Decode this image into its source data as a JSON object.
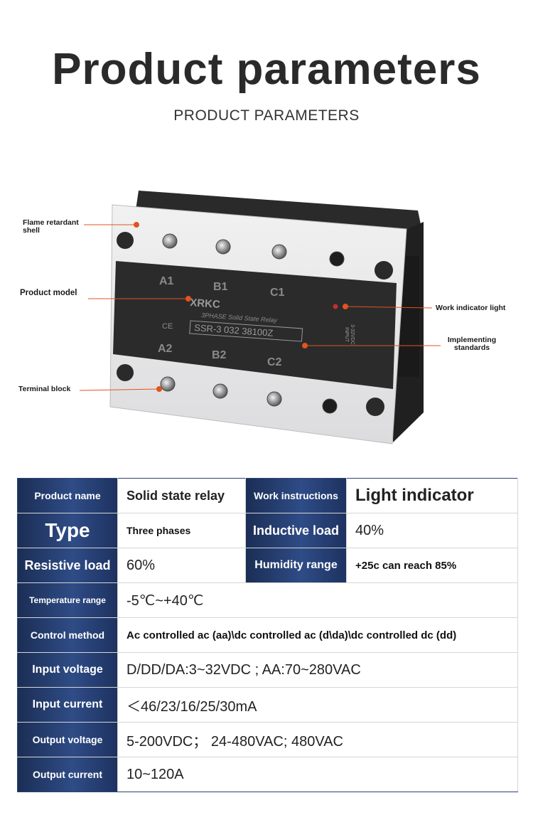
{
  "header": {
    "title": "Product parameters",
    "subtitle": "PRODUCT PARAMETERS"
  },
  "callouts": {
    "shell": "Flame retardant shell",
    "model": "Product model",
    "terminal": "Terminal block",
    "indicator": "Work indicator light",
    "standards": "Implementing standards"
  },
  "device": {
    "brand": "XRKC",
    "subtitle": "3PHASE  Solid  State  Relay",
    "model": "SSR-3 032 38100Z",
    "ce": "CE",
    "terminals_top": [
      "A1",
      "B1",
      "C1"
    ],
    "terminals_bottom": [
      "A2",
      "B2",
      "C2"
    ],
    "input_label": "INPUT",
    "input_range": "3-32VDC",
    "body_color": "#2b2b2b",
    "shell_color": "#e9e9ea"
  },
  "params": {
    "product_name_label": "Product name",
    "product_name_value": "Solid state relay",
    "work_instructions_label": "Work instructions",
    "work_instructions_value": "Light indicator",
    "type_label": "Type",
    "type_value": "Three phases",
    "inductive_load_label": "Inductive load",
    "inductive_load_value": "40%",
    "resistive_load_label": "Resistive load",
    "resistive_load_value": "60%",
    "humidity_label": "Humidity range",
    "humidity_value": "+25c can reach 85%",
    "temperature_label": "Temperature range",
    "temperature_value": "-5℃~+40℃",
    "control_label": "Control method",
    "control_value": "Ac controlled ac (aa)\\dc controlled ac (d\\da)\\dc controlled dc (dd)",
    "input_voltage_label": "Input voltage",
    "input_voltage_value": "D/DD/DA:3~32VDC ; AA:70~280VAC",
    "input_current_label": "Input current",
    "input_current_value": "＜46/23/16/25/30mA",
    "output_voltage_label": "Output voltage",
    "output_voltage_value": "5-200VDC； 24-480VAC; 480VAC",
    "output_current_label": "Output current",
    "output_current_value": "10~120A"
  },
  "colors": {
    "label_bg": "#26406f",
    "accent": "#e2531f"
  }
}
